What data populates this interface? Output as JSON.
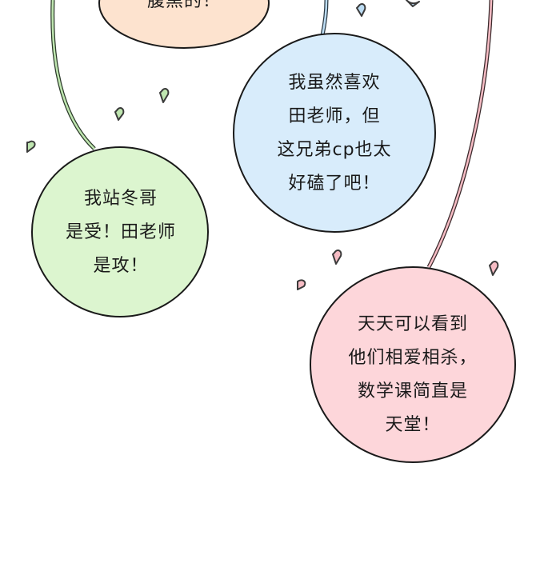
{
  "bubbles": {
    "top_partial": {
      "lines": [
        "腹黑的！"
      ],
      "fill": "#fde3cf"
    },
    "blue": {
      "lines": [
        "我虽然喜欢",
        "田老师，但",
        "这兄弟cp也太",
        "好磕了吧！"
      ],
      "fill": "#d8ecfb"
    },
    "green": {
      "lines": [
        "我站冬哥",
        "是受！田老师",
        "是攻！"
      ],
      "fill": "#dcf5cf"
    },
    "pink": {
      "lines": [
        "天天可以看到",
        "他们相爱相杀，",
        "数学课简直是",
        "天堂！"
      ],
      "fill": "#fdd6da"
    }
  },
  "decor": {
    "heart_color_green": "#7fb76b",
    "heart_color_blue": "#5aa7d6",
    "heart_color_pink": "#e47d8c"
  }
}
